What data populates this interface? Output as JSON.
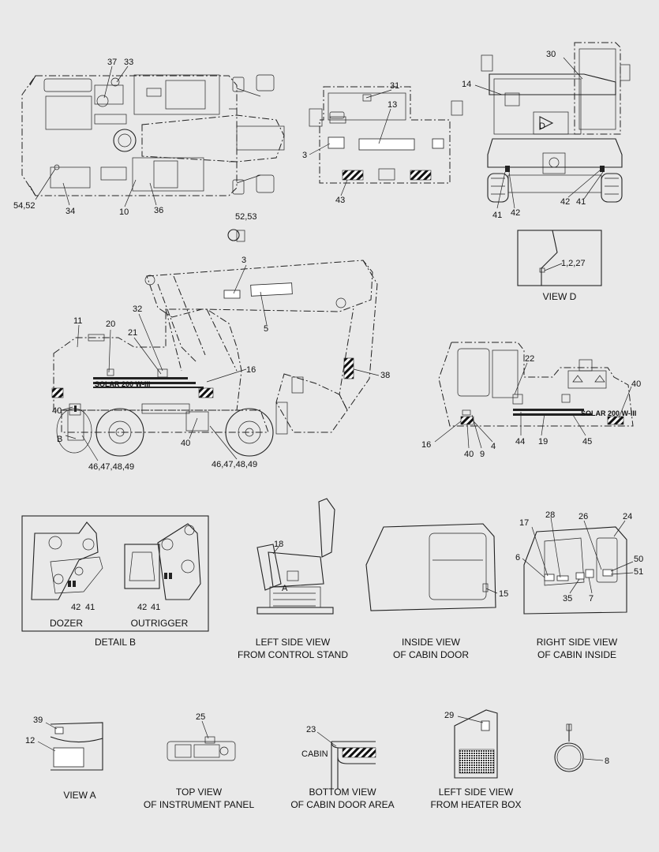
{
  "captions": {
    "view_d": "VIEW  D",
    "dozer": "DOZER",
    "outrigger": "OUTRIGGER",
    "detail_b": "DETAIL  B",
    "left_side_line1": "LEFT SIDE VIEW",
    "left_side_line2": "FROM CONTROL STAND",
    "inside_cabin_line1": "INSIDE VIEW",
    "inside_cabin_line2": "OF CABIN DOOR",
    "right_side_line1": "RIGHT SIDE VIEW",
    "right_side_line2": "OF CABIN INSIDE",
    "view_a": "VIEW  A",
    "top_view_line1": "TOP VIEW",
    "top_view_line2": "OF INSTRUMENT PANEL",
    "bottom_view_line1": "BOTTOM VIEW",
    "bottom_view_line2": "OF CABIN DOOR AREA",
    "heater_line1": "LEFT SIDE VIEW",
    "heater_line2": "FROM HEATER BOX"
  },
  "decal_text": {
    "solar_a": "SOLAR 200 W-III",
    "solar_b": "SOLAR 200 W-III",
    "cabin": "CABIN",
    "marker_a": "A",
    "marker_b": "B",
    "marker_d": "D"
  },
  "callouts": {
    "c37": "37",
    "c33": "33",
    "c54_52": "54,52",
    "c34": "34",
    "c10": "10",
    "c36": "36",
    "c31": "31",
    "c13": "13",
    "c3_rear": "3",
    "c43": "43",
    "c30": "30",
    "c14": "14",
    "c41_l": "41",
    "c42_l": "42",
    "c42_r": "42",
    "c41_r": "41",
    "c52_53": "52,53",
    "c1_2_27": "1,2,27",
    "c3_boom": "3",
    "c5": "5",
    "c11": "11",
    "c20": "20",
    "c32": "32",
    "c21": "21",
    "c16_l": "16",
    "c38": "38",
    "c40_l1": "40",
    "c40_l2": "40",
    "c46_a": "46,47,48,49",
    "c46_b": "46,47,48,49",
    "c22": "22",
    "c40_r": "40",
    "c16_r": "16",
    "c40_r2": "40",
    "c9": "9",
    "c4": "4",
    "c44": "44",
    "c19": "19",
    "c45": "45",
    "c42_dz": "42",
    "c41_dz": "41",
    "c42_or": "42",
    "c41_or": "41",
    "c18": "18",
    "c15": "15",
    "c17": "17",
    "c28": "28",
    "c26": "26",
    "c24": "24",
    "c6": "6",
    "c50": "50",
    "c51": "51",
    "c35": "35",
    "c7": "7",
    "c39": "39",
    "c12": "12",
    "c25": "25",
    "c23": "23",
    "c29": "29",
    "c8": "8"
  }
}
